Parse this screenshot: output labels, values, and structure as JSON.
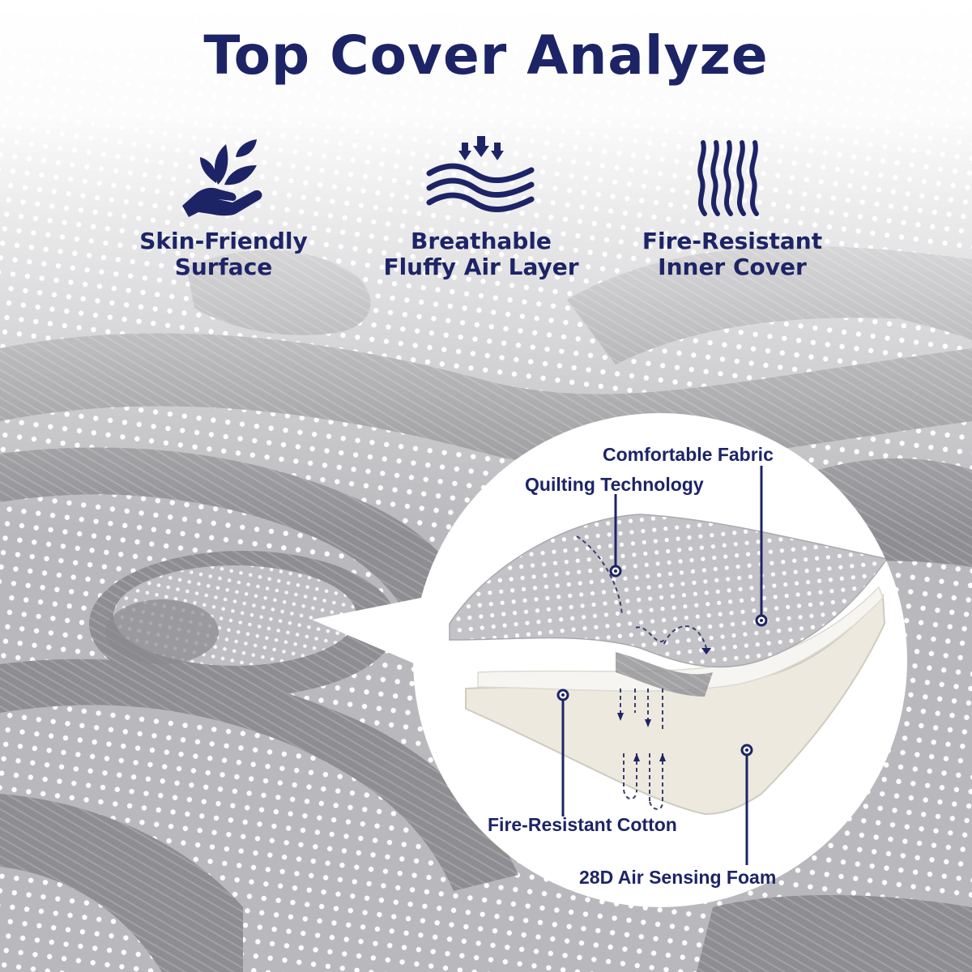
{
  "title": "Top Cover Analyze",
  "features": [
    {
      "icon": "hand-leaves-icon",
      "line1": "Skin-Friendly",
      "line2": "Surface"
    },
    {
      "icon": "breathable-waves-icon",
      "line1": "Breathable",
      "line2": "Fluffy Air Layer"
    },
    {
      "icon": "heat-waves-icon",
      "line1": "Fire-Resistant",
      "line2": "Inner Cover"
    }
  ],
  "callouts": {
    "comfortable_fabric": "Comfortable Fabric",
    "quilting_technology": "Quilting Technology",
    "fire_resistant_cotton": "Fire-Resistant Cotton",
    "air_sensing_foam": "28D Air Sensing Foam"
  },
  "colors": {
    "navy": "#1d2466",
    "fabric_light": "#c9c9cc",
    "fabric_dark": "#8c8c90",
    "foam": "#ece8dc"
  }
}
